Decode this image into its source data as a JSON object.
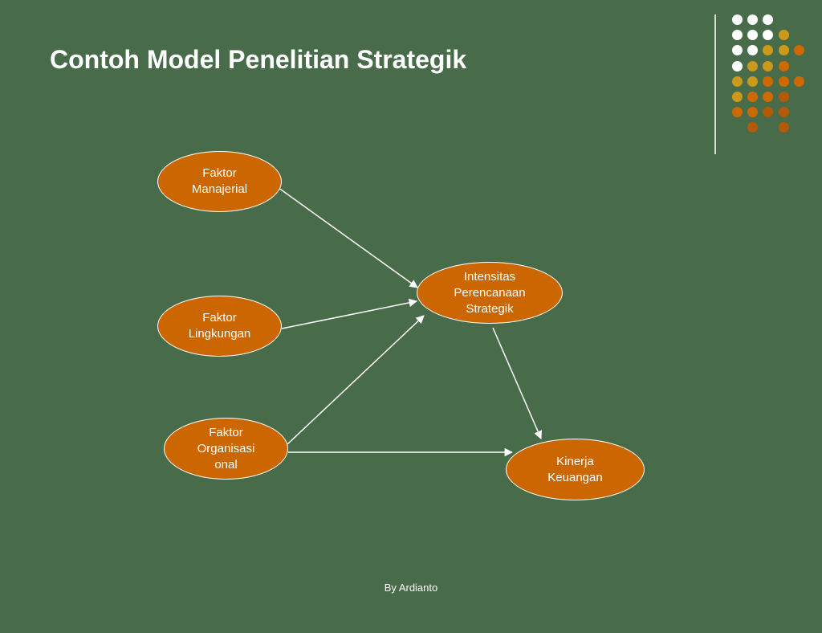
{
  "slide": {
    "title": "Contoh Model Penelitian Strategik",
    "footer": "By Ardianto"
  },
  "colors": {
    "background": "#486b4a",
    "node_fill": "#cc6600",
    "white": "#ffffff",
    "gold": "#cc9a1a",
    "orange": "#cc6a00",
    "brown": "#b35a08"
  },
  "diagram": {
    "nodes": {
      "manajerial": "Faktor\nManajerial",
      "lingkungan": "Faktor\nLingkungan",
      "organisasional": "Faktor\nOrganisasi\nonal",
      "intensitas": "Intensitas\nPerencanaan\nStrategik",
      "kinerja": "Kinerja\nKeuangan"
    },
    "edges": [
      {
        "from": "manajerial",
        "to": "intensitas"
      },
      {
        "from": "lingkungan",
        "to": "intensitas"
      },
      {
        "from": "organisasional",
        "to": "intensitas"
      },
      {
        "from": "organisasional",
        "to": "kinerja"
      },
      {
        "from": "intensitas",
        "to": "kinerja"
      }
    ]
  },
  "decoration": {
    "dot_grid_rows": [
      [
        "white",
        "white",
        "white",
        "none",
        "none"
      ],
      [
        "white",
        "white",
        "white",
        "gold",
        "none"
      ],
      [
        "white",
        "white",
        "gold",
        "gold",
        "orange"
      ],
      [
        "white",
        "gold",
        "gold",
        "orange",
        "none"
      ],
      [
        "gold",
        "gold",
        "orange",
        "orange",
        "orange"
      ],
      [
        "gold",
        "orange",
        "orange",
        "brown",
        "none"
      ],
      [
        "orange",
        "orange",
        "brown",
        "brown",
        "none"
      ],
      [
        "none",
        "brown",
        "none",
        "brown",
        "none"
      ]
    ]
  }
}
